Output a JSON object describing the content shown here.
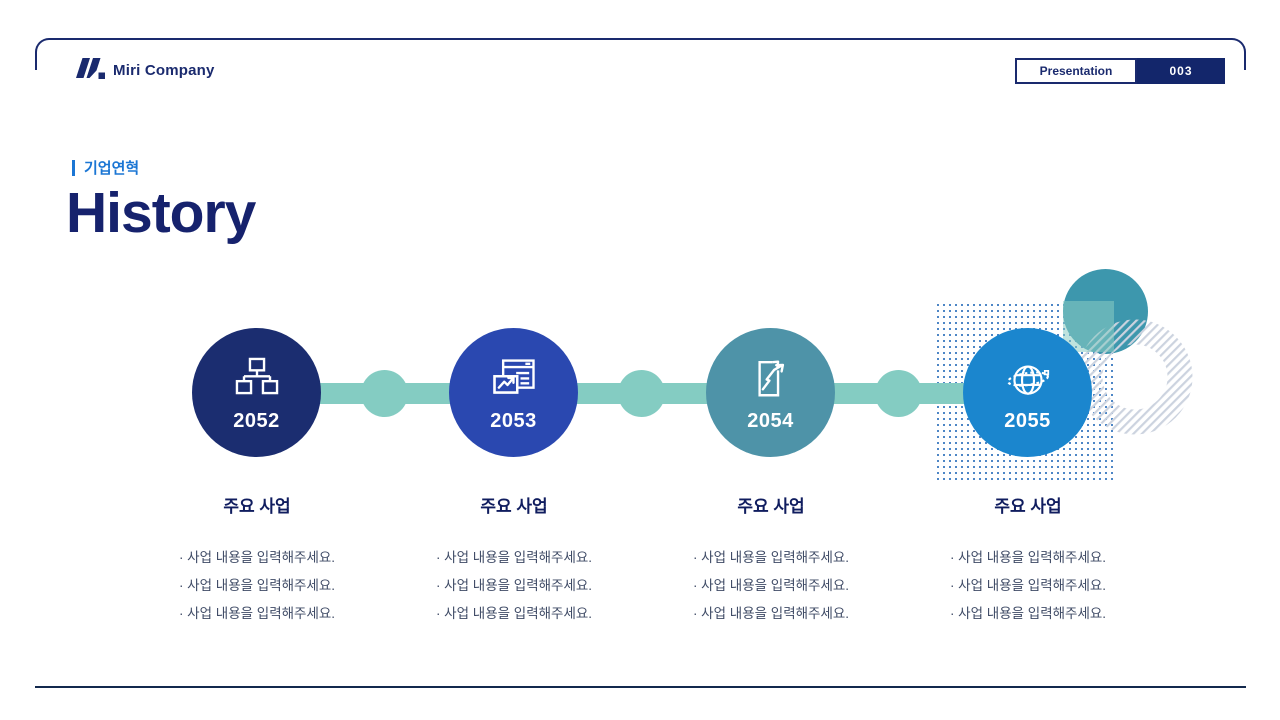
{
  "header": {
    "company_name": "Miri Company",
    "badge_label": "Presentation",
    "page_number": "003"
  },
  "title": {
    "eyebrow": "기업연혁",
    "heading": "History"
  },
  "timeline": {
    "connector_color": "#84ccc2",
    "milestones": [
      {
        "year": "2052",
        "icon": "org-chart-icon",
        "circle_color": "#1b2d70",
        "section_title": "주요 사업",
        "items": [
          "· 사업 내용을 입력해주세요.",
          "· 사업 내용을 입력해주세요.",
          "· 사업 내용을 입력해주세요."
        ]
      },
      {
        "year": "2053",
        "icon": "window-chart-icon",
        "circle_color": "#2a48b0",
        "section_title": "주요 사업",
        "items": [
          "· 사업 내용을 입력해주세요.",
          "· 사업 내용을 입력해주세요.",
          "· 사업 내용을 입력해주세요."
        ]
      },
      {
        "year": "2054",
        "icon": "document-arrow-icon",
        "circle_color": "#4e93a8",
        "section_title": "주요 사업",
        "items": [
          "· 사업 내용을 입력해주세요.",
          "· 사업 내용을 입력해주세요.",
          "· 사업 내용을 입력해주세요."
        ]
      },
      {
        "year": "2055",
        "icon": "globe-icon",
        "circle_color": "#1b86ce",
        "section_title": "주요 사업",
        "items": [
          "· 사업 내용을 입력해주세요.",
          "· 사업 내용을 입력해주세요.",
          "· 사업 내용을 입력해주세요."
        ]
      }
    ]
  },
  "colors": {
    "primary_navy": "#1a2a6e",
    "accent_blue": "#1b76d4",
    "page_badge_bg": "#13266b",
    "body_text": "#3f4b66",
    "deco_teal": "#3d97ad",
    "deco_dot_blue": "#4d86c6",
    "deco_hatch": "#ccd3df",
    "bottom_rule": "#13294d"
  }
}
